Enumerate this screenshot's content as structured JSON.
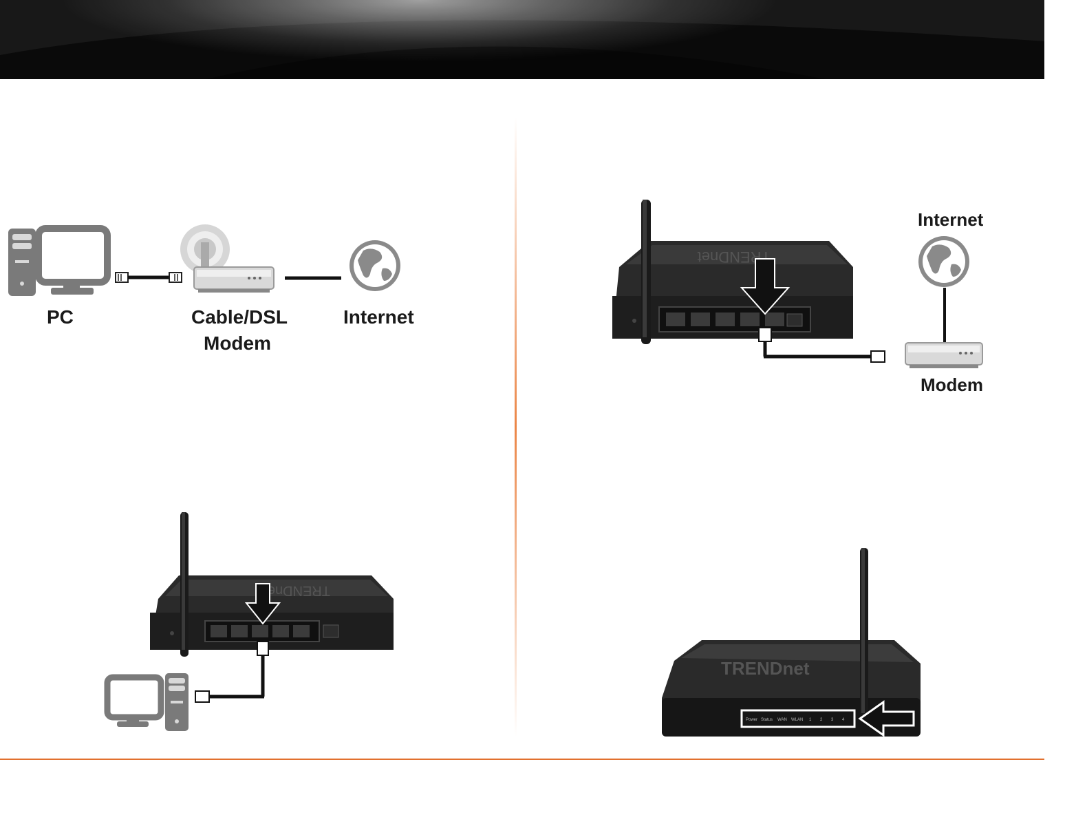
{
  "figure1": {
    "pc_label": "PC",
    "modem_label_line1": "Cable/DSL",
    "modem_label_line2": "Modem",
    "internet_label": "Internet"
  },
  "figure2": {
    "internet_label": "Internet",
    "modem_label": "Modem",
    "router_brand": "TRENDnet"
  },
  "figure3": {
    "router_brand": "TRENDnet"
  },
  "figure4": {
    "router_brand": "TRENDnet",
    "panel_labels": [
      "Power",
      "Status",
      "WAN",
      "WLAN",
      "1",
      "2",
      "3",
      "4"
    ]
  },
  "colors": {
    "accent_orange": "#e2702e",
    "device_gray": "#7a7a7a",
    "router_black": "#1c1c1c"
  }
}
